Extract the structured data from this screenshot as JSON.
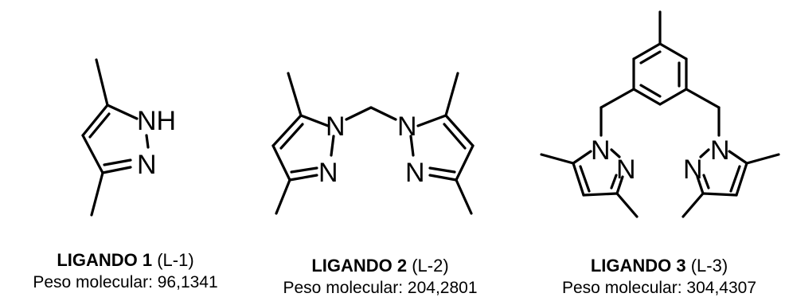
{
  "ligands": [
    {
      "name": "LIGANDO 1",
      "code": "(L-1)",
      "mw_label": "Peso molecular: 96,1341",
      "atoms": {
        "nh": "NH",
        "n2": "N"
      }
    },
    {
      "name": "LIGANDO 2",
      "code": "(L-2)",
      "mw_label": "Peso molecular: 204,2801",
      "atoms": {
        "n1a": "N",
        "n2a": "N",
        "n1b": "N",
        "n2b": "N"
      }
    },
    {
      "name": "LIGANDO 3",
      "code": "(L-3)",
      "mw_label": "Peso molecular: 304,4307",
      "atoms": {
        "n1a": "N",
        "n2a": "N",
        "n1b": "N",
        "n2b": "N"
      }
    }
  ]
}
